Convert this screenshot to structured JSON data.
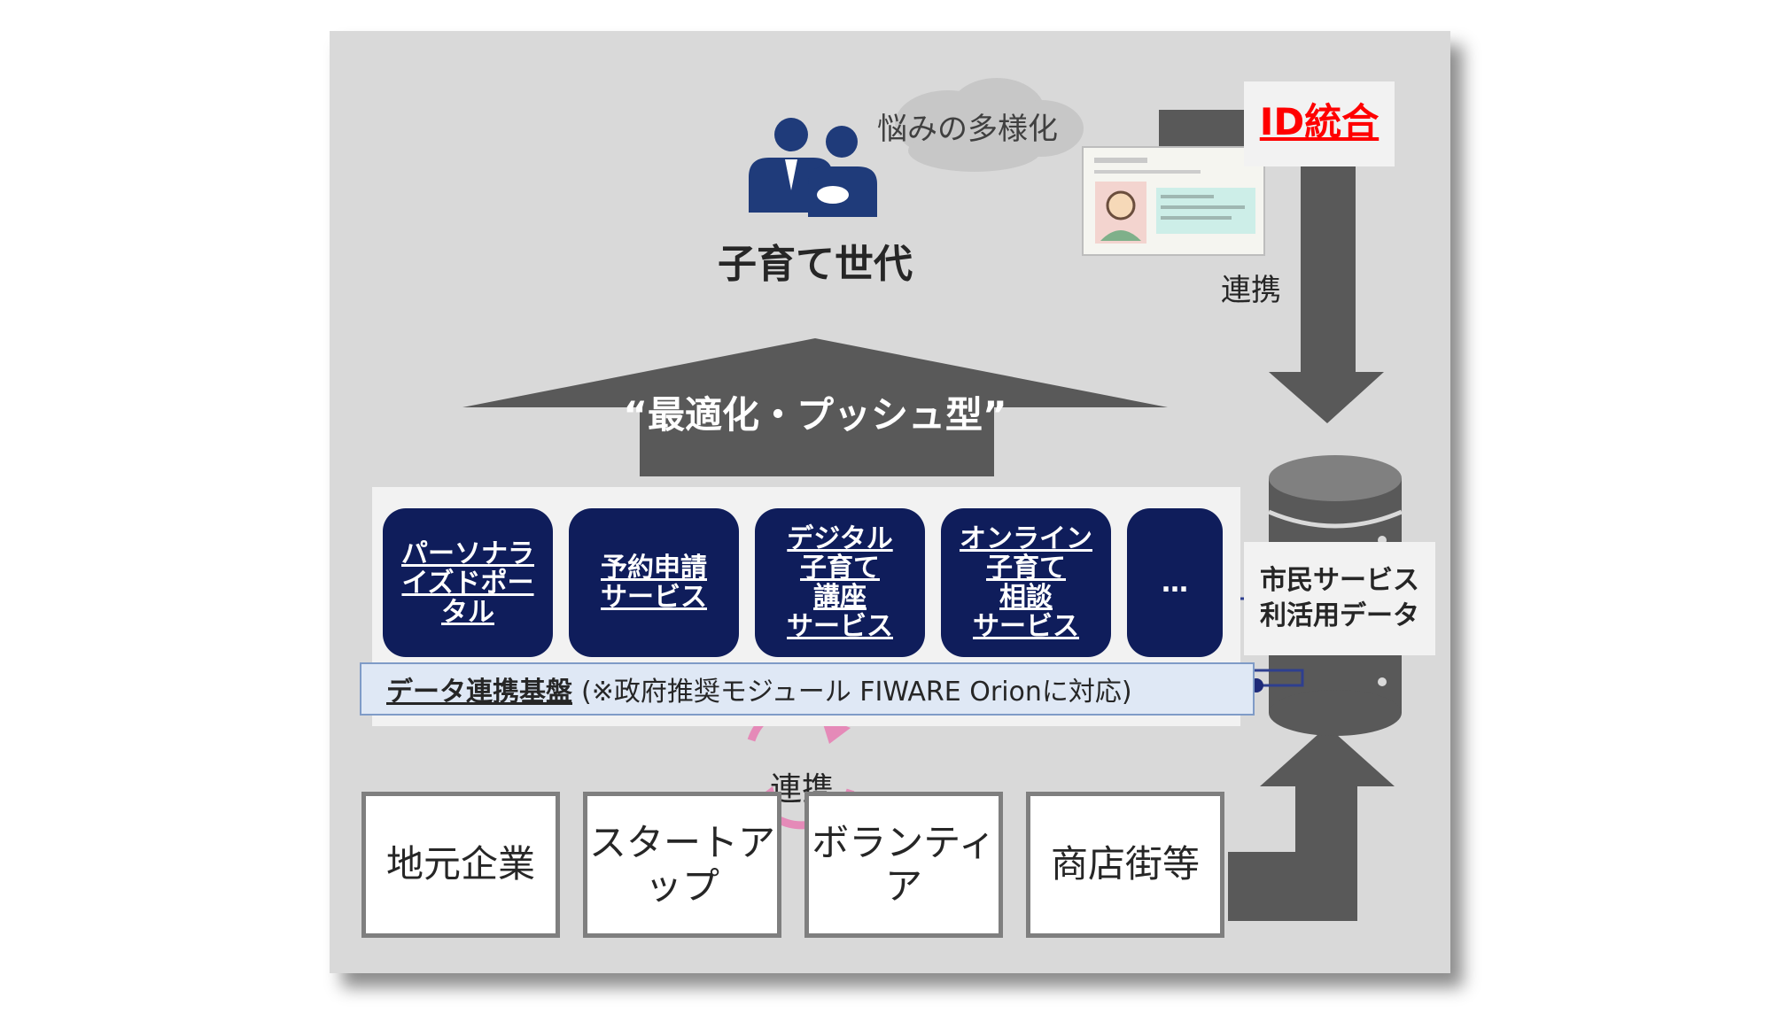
{
  "household_label": "子育て世代",
  "cloud_label": "悩みの多様化",
  "id_label": "ID統合",
  "renkei_top": "連携",
  "push_label": "“最適化・プッシュ型”",
  "services": [
    {
      "label": "パーソナラ\nイズドポー\nタル"
    },
    {
      "label": "予約申請\nサービス"
    },
    {
      "label": "デジタル\n子育て\n講座\nサービス"
    },
    {
      "label": "オンライン\n子育て\n相談\nサービス"
    },
    {
      "label": "…"
    }
  ],
  "platform": {
    "name": "データ連携基盤",
    "note": "(※政府推奨モジュール FIWARE Orionに対応)"
  },
  "db_label": "市民サービス\n利活用データ",
  "renkei_bottom": "連携",
  "actors": [
    {
      "label": "地元企業"
    },
    {
      "label": "スタートア\nップ"
    },
    {
      "label": "ボランティ\nア"
    },
    {
      "label": "商店街等"
    }
  ],
  "colors": {
    "service_fill": "#0f1d5b",
    "arrow_gray": "#595959",
    "id_red": "#ff0000",
    "cycle_pink": "#e58ab8"
  }
}
